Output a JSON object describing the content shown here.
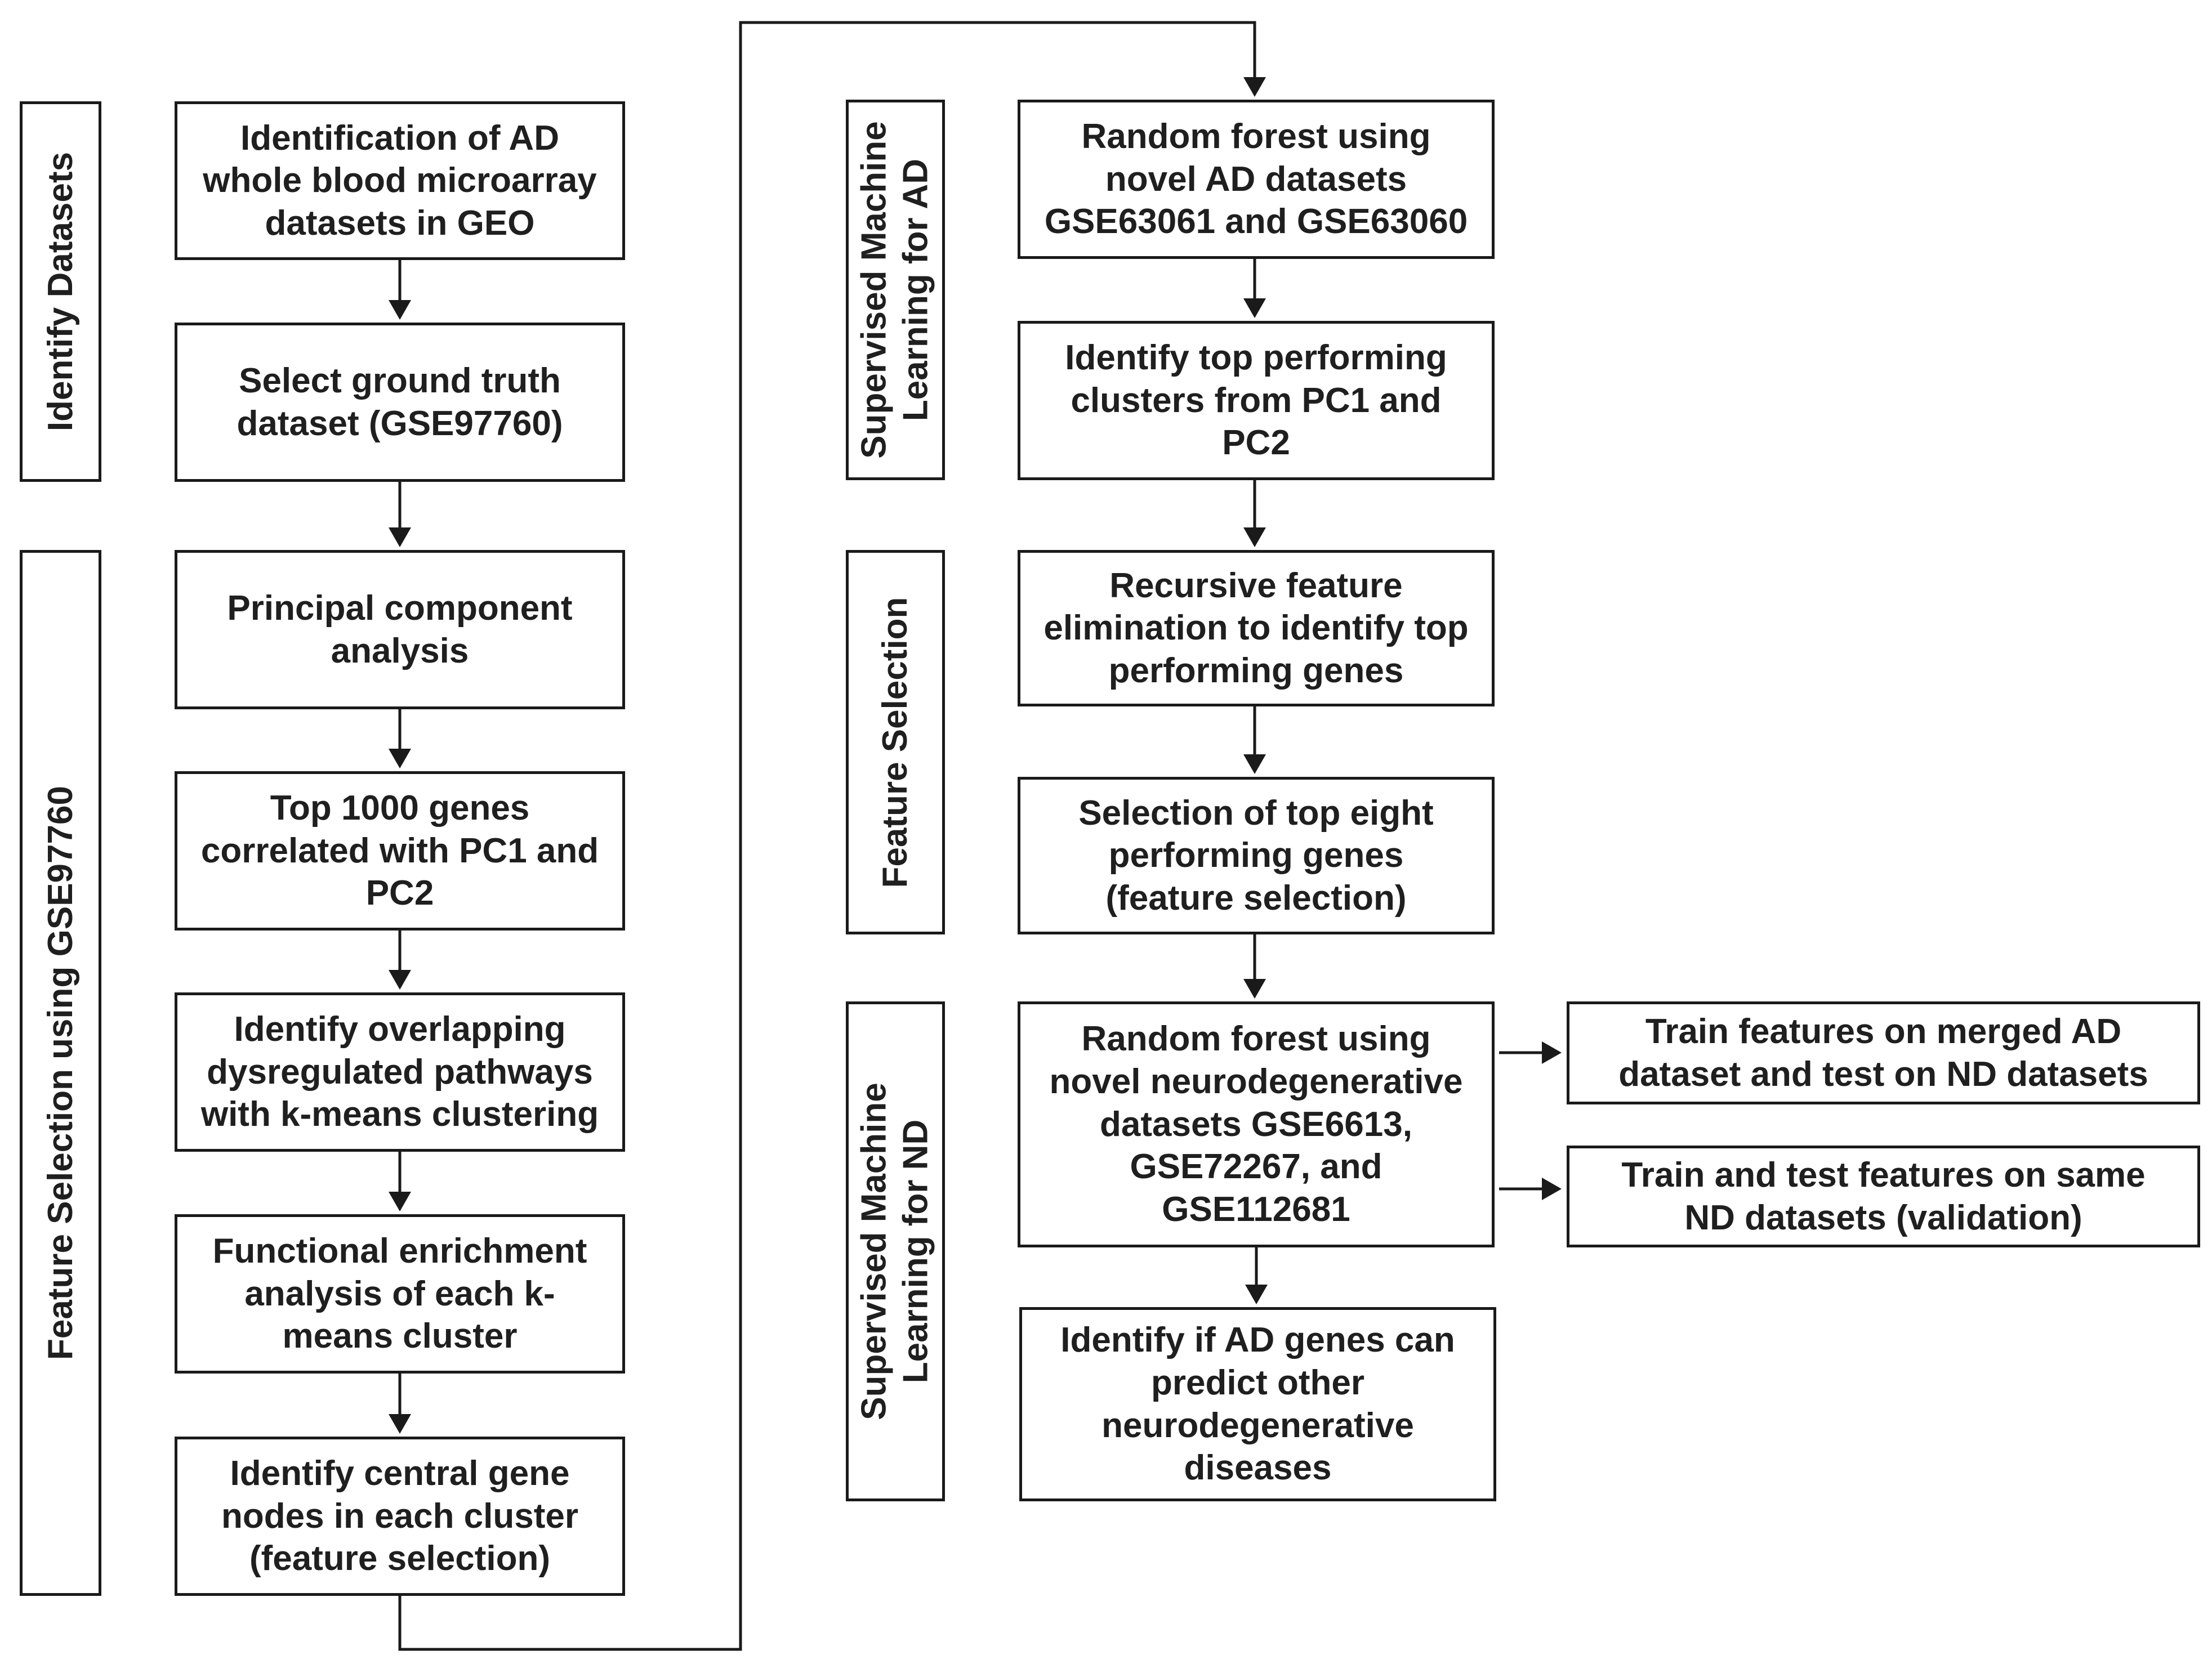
{
  "colors": {
    "stroke": "#1a1a1a",
    "text": "#1f1f1f",
    "background": "#ffffff"
  },
  "sections": [
    {
      "id": "identify_datasets",
      "lines": [
        "Identify Datasets"
      ]
    },
    {
      "id": "feature_selection_gse97760",
      "lines": [
        "Feature Selection using GSE97760"
      ]
    },
    {
      "id": "supervised_ml_ad",
      "lines": [
        "Supervised Machine",
        "Learning for AD"
      ]
    },
    {
      "id": "feature_selection",
      "lines": [
        "Feature Selection"
      ]
    },
    {
      "id": "supervised_ml_nd",
      "lines": [
        "Supervised Machine",
        "Learning for ND"
      ]
    }
  ],
  "steps": [
    {
      "id": "identification_of_ad",
      "lines": [
        "Identification of AD",
        "whole blood microarray",
        "datasets in GEO"
      ]
    },
    {
      "id": "select_ground_truth",
      "lines": [
        "Select ground truth",
        "dataset (GSE97760)"
      ]
    },
    {
      "id": "principal_component",
      "lines": [
        "Principal component",
        "analysis"
      ]
    },
    {
      "id": "top_1000_genes",
      "lines": [
        "Top 1000 genes",
        "correlated with PC1 and",
        "PC2"
      ]
    },
    {
      "id": "identify_overlapping",
      "lines": [
        "Identify overlapping",
        "dysregulated pathways",
        "with k-means clustering"
      ]
    },
    {
      "id": "functional_enrichment",
      "lines": [
        "Functional enrichment",
        "analysis of each k-",
        "means cluster"
      ]
    },
    {
      "id": "identify_central_gene",
      "lines": [
        "Identify central gene",
        "nodes in each cluster",
        "(feature selection)"
      ]
    },
    {
      "id": "random_forest_ad",
      "lines": [
        "Random forest using",
        "novel AD datasets",
        "GSE63061 and GSE63060"
      ]
    },
    {
      "id": "identify_top_clusters",
      "lines": [
        "Identify top performing",
        "clusters from PC1 and",
        "PC2"
      ]
    },
    {
      "id": "recursive_feature",
      "lines": [
        "Recursive feature",
        "elimination to identify top",
        "performing genes"
      ]
    },
    {
      "id": "selection_top_eight",
      "lines": [
        "Selection of top eight",
        "performing genes",
        "(feature selection)"
      ]
    },
    {
      "id": "random_forest_nd",
      "lines": [
        "Random forest using",
        "novel neurodegenerative",
        "datasets GSE6613,",
        "GSE72267, and",
        "GSE112681"
      ]
    },
    {
      "id": "identify_if_ad_genes",
      "lines": [
        "Identify if AD genes can",
        "predict other",
        "neurodegenerative",
        "diseases"
      ]
    },
    {
      "id": "train_merged",
      "lines": [
        "Train features on merged AD",
        "dataset and test on ND datasets"
      ]
    },
    {
      "id": "train_test_same",
      "lines": [
        "Train and test features on same",
        "ND datasets (validation)"
      ]
    }
  ]
}
